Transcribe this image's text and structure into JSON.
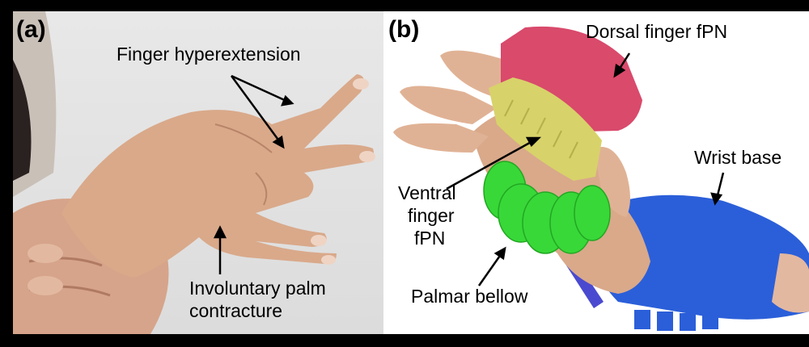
{
  "panel_a": {
    "label": "(a)",
    "annotations": {
      "finger_hyperextension": "Finger hyperextension",
      "palm_line1": "Involuntary palm",
      "palm_line2": "contracture"
    }
  },
  "panel_b": {
    "label": "(b)",
    "annotations": {
      "dorsal": "Dorsal finger fPN",
      "wrist": "Wrist base",
      "ventral_line1": "Ventral",
      "ventral_line2": "finger",
      "ventral_line3": "fPN",
      "palmar": "Palmar bellow"
    }
  },
  "colors": {
    "skin": "#d9a98a",
    "dorsal_fpn": "#d94a6b",
    "ventral_fpn": "#d8d26a",
    "wrist_base": "#2b5fd9",
    "palmar_bellow": "#38d838",
    "strut": "#4a4ad0"
  }
}
